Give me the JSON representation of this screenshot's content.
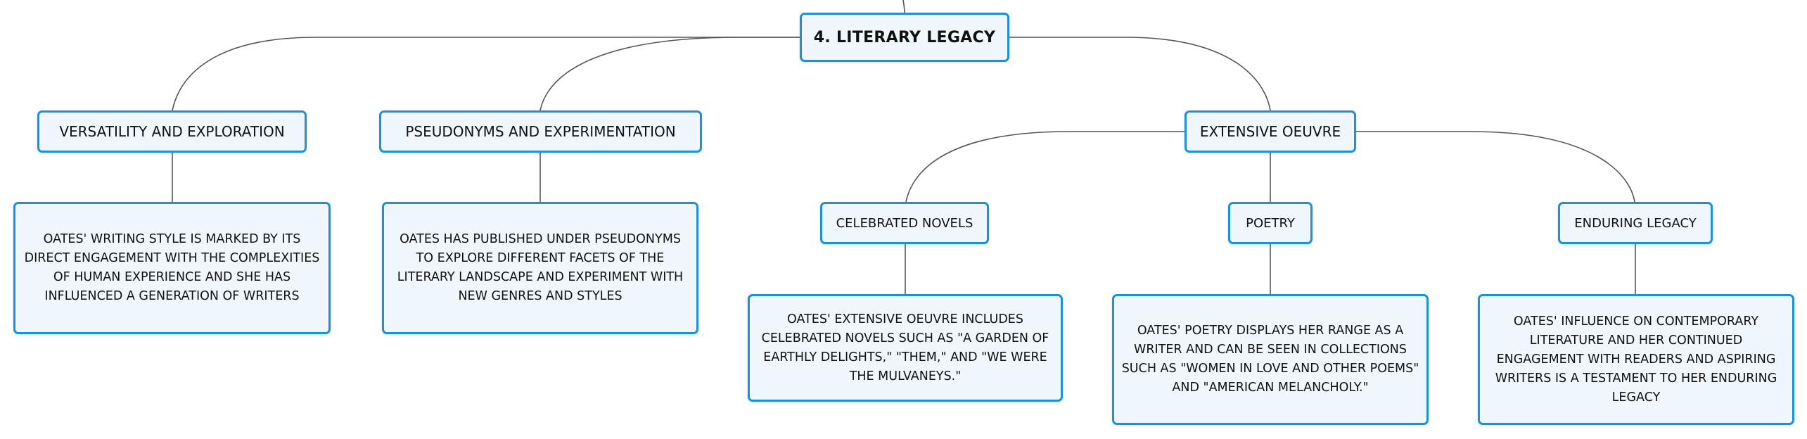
{
  "colors": {
    "node_border": "#1e90d8",
    "node_fill": "#eff7fc",
    "connector": "#555555",
    "text": "#111111"
  },
  "root": {
    "label": "4. LITERARY LEGACY"
  },
  "topics": [
    {
      "label": "VERSATILITY AND EXPLORATION",
      "description": "OATES' WRITING STYLE IS MARKED BY ITS DIRECT ENGAGEMENT WITH THE COMPLEXITIES OF HUMAN EXPERIENCE AND SHE HAS INFLUENCED A GENERATION OF WRITERS"
    },
    {
      "label": "PSEUDONYMS AND EXPERIMENTATION",
      "description": "OATES HAS PUBLISHED UNDER PSEUDONYMS TO EXPLORE DIFFERENT FACETS OF THE LITERARY LANDSCAPE AND EXPERIMENT WITH NEW GENRES AND STYLES"
    },
    {
      "label": "EXTENSIVE OEUVRE",
      "children": [
        {
          "label": "CELEBRATED NOVELS",
          "description": "OATES' EXTENSIVE OEUVRE INCLUDES CELEBRATED NOVELS SUCH AS \"A GARDEN OF EARTHLY DELIGHTS,\" \"THEM,\" AND \"WE WERE THE MULVANEYS.\""
        },
        {
          "label": "POETRY",
          "description": "OATES' POETRY DISPLAYS HER RANGE AS A WRITER AND CAN BE SEEN IN COLLECTIONS SUCH AS \"WOMEN IN LOVE AND OTHER POEMS\" AND \"AMERICAN MELANCHOLY.\""
        },
        {
          "label": "ENDURING LEGACY",
          "description": "OATES' INFLUENCE ON CONTEMPORARY LITERATURE AND HER CONTINUED ENGAGEMENT WITH READERS AND ASPIRING WRITERS IS A TESTAMENT TO HER ENDURING LEGACY"
        }
      ]
    }
  ]
}
